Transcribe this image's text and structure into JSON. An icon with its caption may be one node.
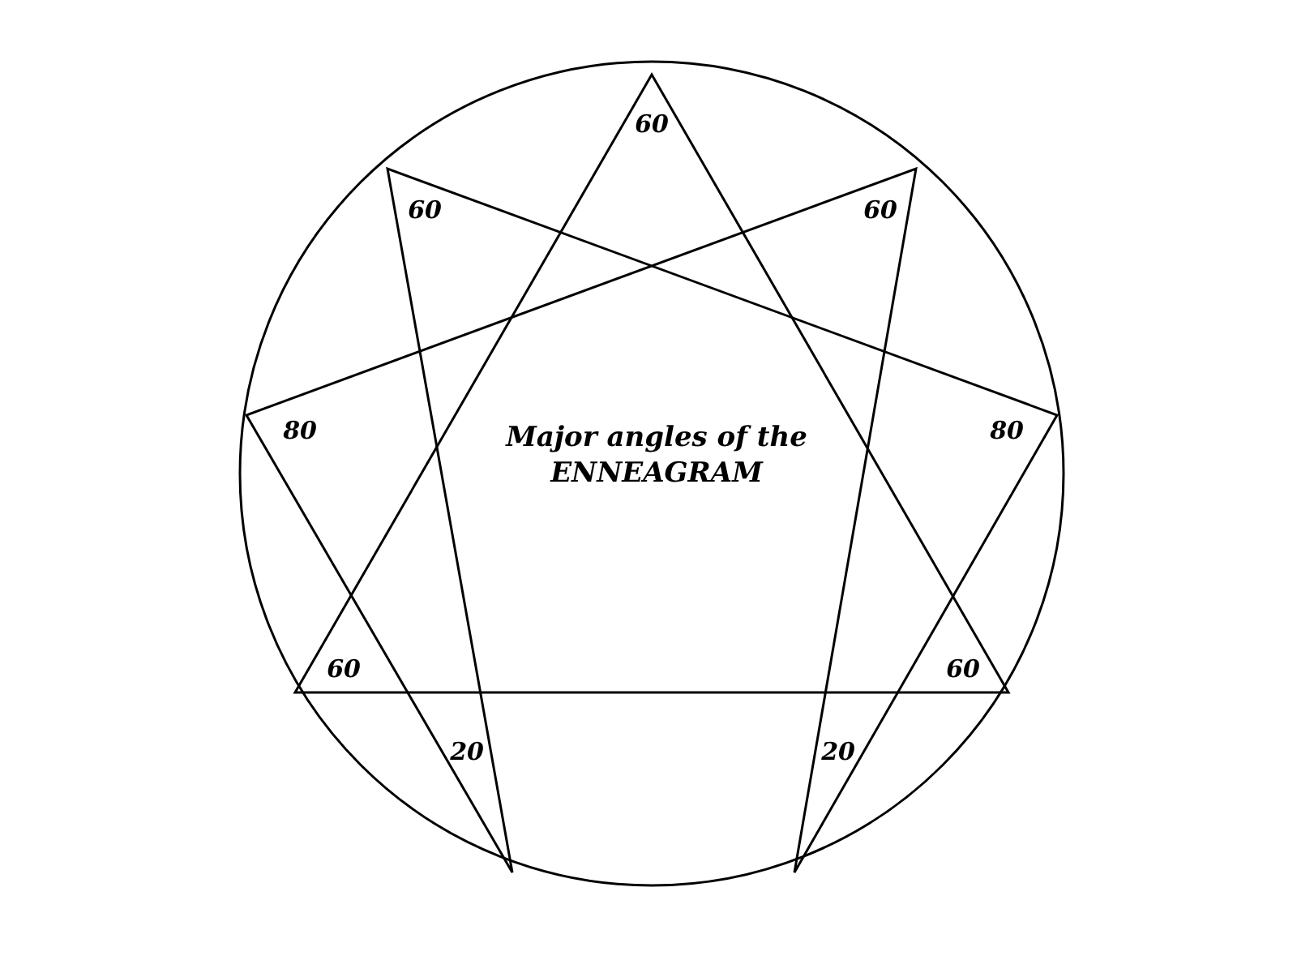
{
  "diagram": {
    "title": "Major angles of the ENNEAGRAM",
    "labels": [
      "60",
      "60",
      "60",
      "80",
      "80",
      "60",
      "60",
      "20",
      "20"
    ]
  }
}
